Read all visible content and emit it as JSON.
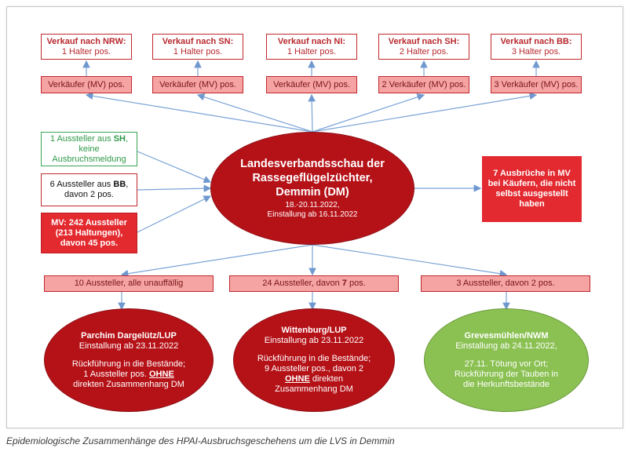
{
  "destinations": [
    {
      "title": "Verkauf nach NRW:",
      "sub": "1 Halter pos."
    },
    {
      "title": "Verkauf nach SN:",
      "sub": "1 Halter pos."
    },
    {
      "title": "Verkauf nach NI:",
      "sub": "1 Halter pos."
    },
    {
      "title": "Verkauf nach SH:",
      "sub": "2 Halter pos."
    },
    {
      "title": "Verkauf nach BB:",
      "sub": "3 Halter pos."
    }
  ],
  "sellers": [
    "Verkäufer (MV)  pos.",
    "Verkäufer (MV) pos.",
    "Verkäufer (MV) pos.",
    "2 Verkäufer (MV) pos.",
    "3 Verkäufer (MV) pos."
  ],
  "exhibitors": {
    "sh": {
      "pre": "1 Aussteller aus ",
      "bold": "SH",
      "post": ",",
      "line2": "keine",
      "line3": "Ausbruchsmeldung"
    },
    "bb": {
      "pre": "6 Aussteller aus ",
      "bold": "BB",
      "post": ",",
      "line2": "davon 2 pos."
    },
    "mv": {
      "line1": "MV: 242 Aussteller",
      "line2": "(213 Haltungen),",
      "line3": "davon 45 pos."
    }
  },
  "center": {
    "line1": "Landesverbandsschau der",
    "line2": "Rassegeflügelzüchter,",
    "line3": "Demmin (DM)",
    "date": "18.-20.11.2022,",
    "stalling": "Einstallung ab 16.11.2022"
  },
  "outbreak": {
    "line1": "7 Ausbrüche in MV",
    "line2": "bei Käufern, die nicht",
    "line3": "selbst ausgestellt",
    "line4": "haben"
  },
  "bands": [
    "10 Aussteller, alle unauffällig",
    {
      "pre": "24 Aussteller, davon ",
      "bold": "7",
      "post": " pos."
    },
    "3 Aussteller, davon 2 pos."
  ],
  "locations": [
    {
      "title": "Parchim Dargelütz/LUP",
      "stalling": "Einstallung ab 23.11.2022",
      "l1": "Rückführung in die Bestände;",
      "l2": "1 Aussteller pos. ",
      "l2u": "OHNE",
      "l3": "direkten Zusammenhang DM"
    },
    {
      "title": "Wittenburg/LUP",
      "stalling": "Einstallung ab 23.11.2022",
      "l1": "Rückführung in die Bestände;",
      "l2": "9 Aussteller pos., davon 2",
      "l3u": "OHNE",
      "l3": " direkten",
      "l4": "Zusammenhang DM"
    },
    {
      "title": "Grevesmühlen/NWM",
      "stalling": "Einstallung ab 24.11.2022,",
      "l1": "27.11. Tötung vor Ort;",
      "l2": "Rückführung der Tauben in",
      "l3": "die Herkunftsbestände"
    }
  ],
  "caption": "Epidemiologische Zusammenhänge des HPAI-Ausbruchsgeschehens um die LVS in Demmin",
  "colors": {
    "red": "#c0282d",
    "dark_red": "#b51218",
    "pink": "#f5a3a3",
    "green": "#8bc153",
    "arrow": "#7aa3d6"
  }
}
